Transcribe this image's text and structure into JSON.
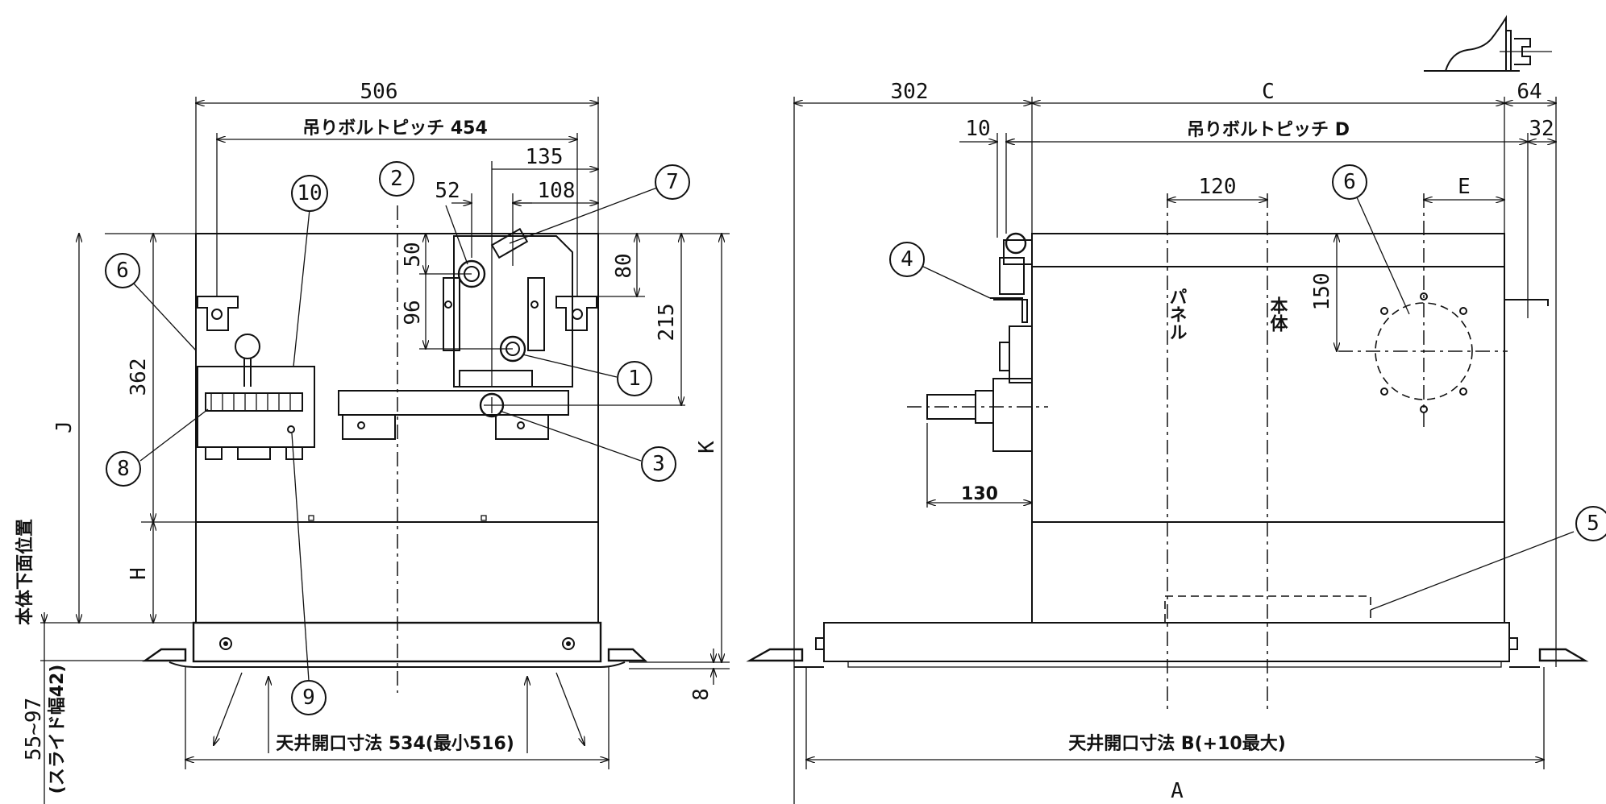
{
  "dims": {
    "d506": "506",
    "pitch454": "吊りボルトピッチ 454",
    "d135": "135",
    "d52": "52",
    "d108": "108",
    "d50": "50",
    "d96": "96",
    "d80": "80",
    "d215": "215",
    "d362": "362",
    "J": "J",
    "K": "K",
    "H": "H",
    "bodybottom": "本体下面位置",
    "d55_97": "55~97",
    "slide": "(スライド幅42)",
    "d8": "8",
    "ceil534": "天井開口寸法 534(最小516)",
    "d302": "302",
    "C": "C",
    "d64": "64",
    "d10": "10",
    "pitchD": "吊りボルトピッチ D",
    "d32": "32",
    "d120": "120",
    "E": "E",
    "d150": "150",
    "panel": "パネル",
    "body": "本体",
    "d130": "130",
    "ceilB": "天井開口寸法 B(+10最大)",
    "A": "A"
  },
  "callouts": [
    "1",
    "2",
    "3",
    "4",
    "5",
    "6",
    "7",
    "8",
    "9",
    "10"
  ]
}
